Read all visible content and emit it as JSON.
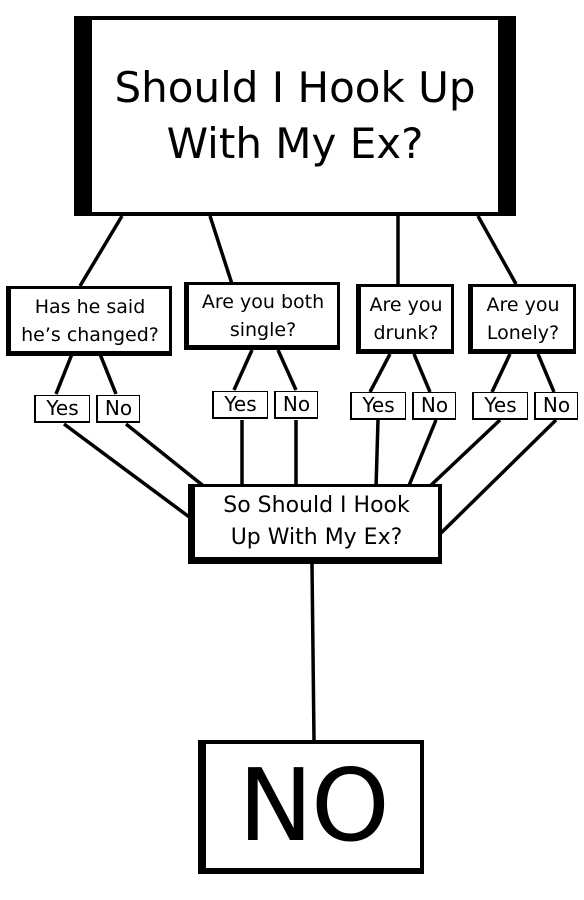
{
  "title": "Should I Hook Up\nWith My Ex?",
  "questions": [
    {
      "text": "Has he said\nhe’s changed?",
      "yes": "Yes",
      "no": "No"
    },
    {
      "text": "Are you both\nsingle?",
      "yes": "Yes",
      "no": "No"
    },
    {
      "text": "Are you\ndrunk?",
      "yes": "Yes",
      "no": "No"
    },
    {
      "text": "Are you\nLonely?",
      "yes": "Yes",
      "no": "No"
    }
  ],
  "summary": "So Should I Hook\nUp With My Ex?",
  "answer": "NO"
}
